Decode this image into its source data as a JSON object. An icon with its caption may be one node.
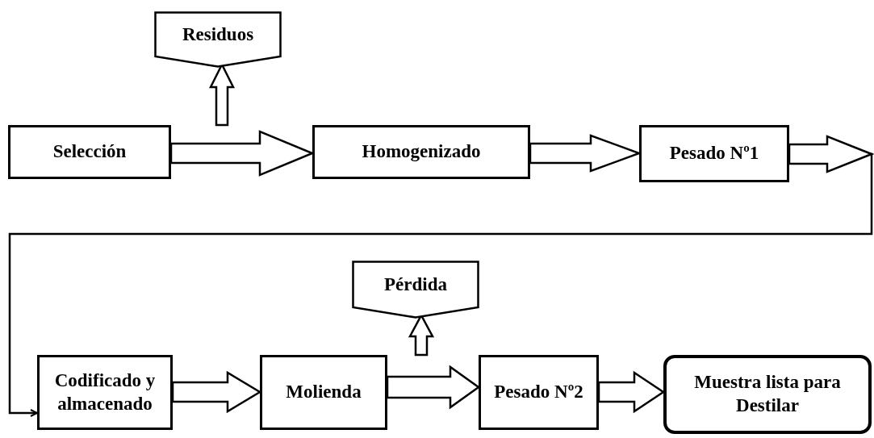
{
  "diagram": {
    "nodes": [
      {
        "text": [
          "Residuos"
        ]
      },
      {
        "text": [
          "Selección"
        ]
      },
      {
        "text": [
          "Homogenizado"
        ]
      },
      {
        "text": [
          "Pesado Nº1"
        ]
      },
      {
        "text": [
          "Pérdida"
        ]
      },
      {
        "text": [
          "Codificado y almacenado"
        ]
      },
      {
        "text": [
          "Molienda"
        ]
      },
      {
        "text": [
          "Pesado Nº2"
        ]
      },
      {
        "text": [
          "Muestra lista para Destilar"
        ]
      }
    ],
    "edges": [
      {
        "from": 1,
        "to": 0,
        "arrow": "to"
      },
      {
        "from": 1,
        "to": 2,
        "arrow": "to"
      },
      {
        "from": 2,
        "to": 3,
        "arrow": "to"
      },
      {
        "from": 3,
        "to": 5,
        "arrow": "to"
      },
      {
        "from": 6,
        "to": 4,
        "arrow": "to"
      },
      {
        "from": 5,
        "to": 6,
        "arrow": "to"
      },
      {
        "from": 6,
        "to": 7,
        "arrow": "to"
      },
      {
        "from": 7,
        "to": 8,
        "arrow": "to"
      }
    ]
  }
}
